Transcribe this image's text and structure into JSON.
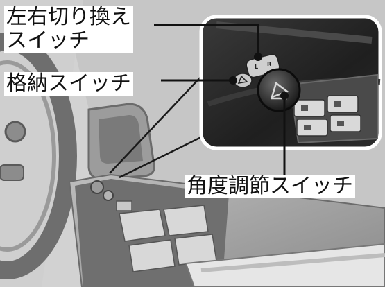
{
  "callouts": {
    "mirror_select": {
      "line1": "左右切り換え",
      "line2": "スイッチ"
    },
    "retract": {
      "label": "格納スイッチ"
    },
    "angle_adjust": {
      "label": "角度調節スイッチ"
    }
  },
  "switch_glyphs": {
    "left": "L",
    "right": "R"
  },
  "colors": {
    "background": "#d6d6d6",
    "inset_fill": "#2a2a2a",
    "label_box": "#ffffff",
    "leader_line": "#111111"
  }
}
